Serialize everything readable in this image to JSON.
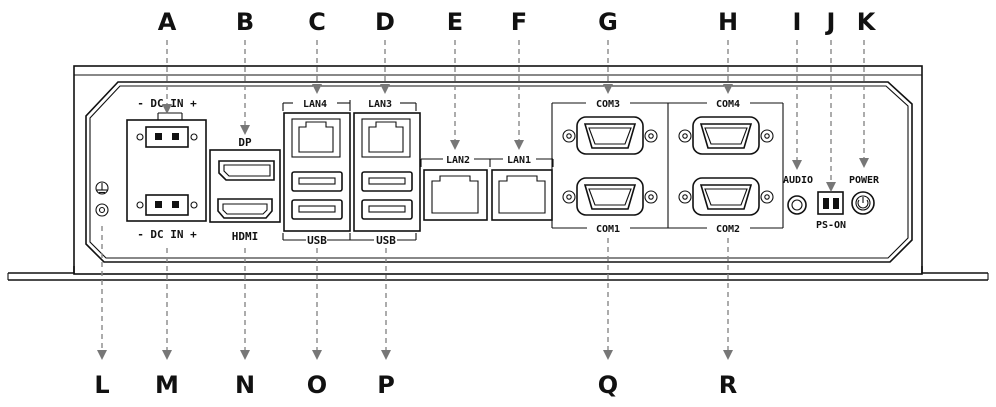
{
  "callouts_top": [
    "A",
    "B",
    "C",
    "D",
    "E",
    "F",
    "G",
    "H",
    "I",
    "J",
    "K"
  ],
  "callouts_bottom": [
    "L",
    "M",
    "N",
    "O",
    "P",
    "Q",
    "R"
  ],
  "labels": {
    "dc_in_top": "- DC IN +",
    "dc_in_bottom": "- DC IN +",
    "dp": "DP",
    "hdmi": "HDMI",
    "lan4": "LAN4",
    "lan3": "LAN3",
    "lan2": "LAN2",
    "lan1": "LAN1",
    "usb_left": "USB",
    "usb_right": "USB",
    "com3": "COM3",
    "com4": "COM4",
    "com1": "COM1",
    "com2": "COM2",
    "audio": "AUDIO",
    "power": "POWER",
    "ps_on": "PS-ON"
  },
  "colors": {
    "line": "#111111",
    "leader": "#888888",
    "background": "#ffffff"
  },
  "icons": [
    "ground-icon"
  ]
}
